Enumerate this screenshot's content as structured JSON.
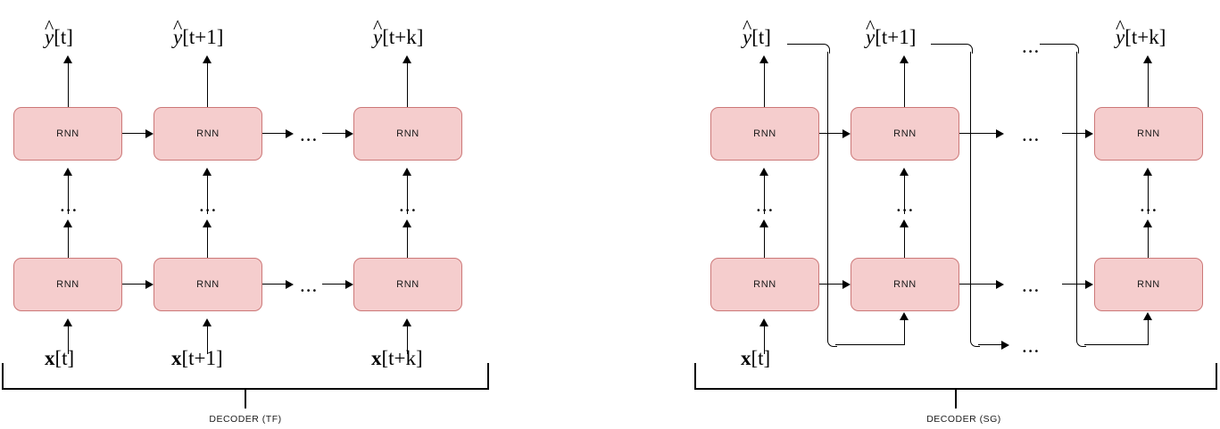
{
  "figure": {
    "type": "diagram",
    "title": "",
    "panels": [
      {
        "id": "decoder-tf",
        "caption": "DECODER (TF)",
        "mode": "teacher-forcing",
        "cell_label": "RNN",
        "ellipsis": "...",
        "outputs": [
          {
            "hat": "^",
            "var": "y",
            "index": "[t]"
          },
          {
            "hat": "^",
            "var": "y",
            "index": "[t+1]"
          },
          {
            "hat": "^",
            "var": "y",
            "index": "[t+k]"
          }
        ],
        "inputs": [
          {
            "var": "x",
            "index": "[t]"
          },
          {
            "var": "x",
            "index": "[t+1]"
          },
          {
            "var": "x",
            "index": "[t+k]"
          }
        ],
        "rows": 2,
        "columns": 3
      },
      {
        "id": "decoder-sg",
        "caption": "DECODER (SG)",
        "mode": "scheduled-generation",
        "cell_label": "RNN",
        "ellipsis": "...",
        "outputs": [
          {
            "hat": "^",
            "var": "y",
            "index": "[t]"
          },
          {
            "hat": "^",
            "var": "y",
            "index": "[t+1]"
          },
          {
            "hat": "^",
            "var": "y",
            "index": "[t+k]"
          }
        ],
        "inputs": [
          {
            "var": "x",
            "index": "[t]"
          }
        ],
        "rows": 2,
        "columns": 3,
        "feedback": true
      }
    ],
    "colors": {
      "cell_fill": "#f5cdcd",
      "cell_stroke": "#cc7878",
      "arrow": "#000000",
      "background": "#ffffff"
    }
  },
  "left": {
    "cell": "RNN",
    "dots": "...",
    "caption": "DECODER (TF)",
    "y0": {
      "var": "y",
      "idx": "[t]"
    },
    "y1": {
      "var": "y",
      "idx": "[t+1]"
    },
    "y2": {
      "var": "y",
      "idx": "[t+k]"
    },
    "x0": {
      "var": "x",
      "idx": "[t]"
    },
    "x1": {
      "var": "x",
      "idx": "[t+1]"
    },
    "x2": {
      "var": "x",
      "idx": "[t+k]"
    }
  },
  "right": {
    "cell": "RNN",
    "dots": "...",
    "caption": "DECODER (SG)",
    "y0": {
      "var": "y",
      "idx": "[t]"
    },
    "y1": {
      "var": "y",
      "idx": "[t+1]"
    },
    "y2": {
      "var": "y",
      "idx": "[t+k]"
    },
    "x0": {
      "var": "x",
      "idx": "[t]"
    }
  },
  "glyphs": {
    "hat": "^"
  }
}
